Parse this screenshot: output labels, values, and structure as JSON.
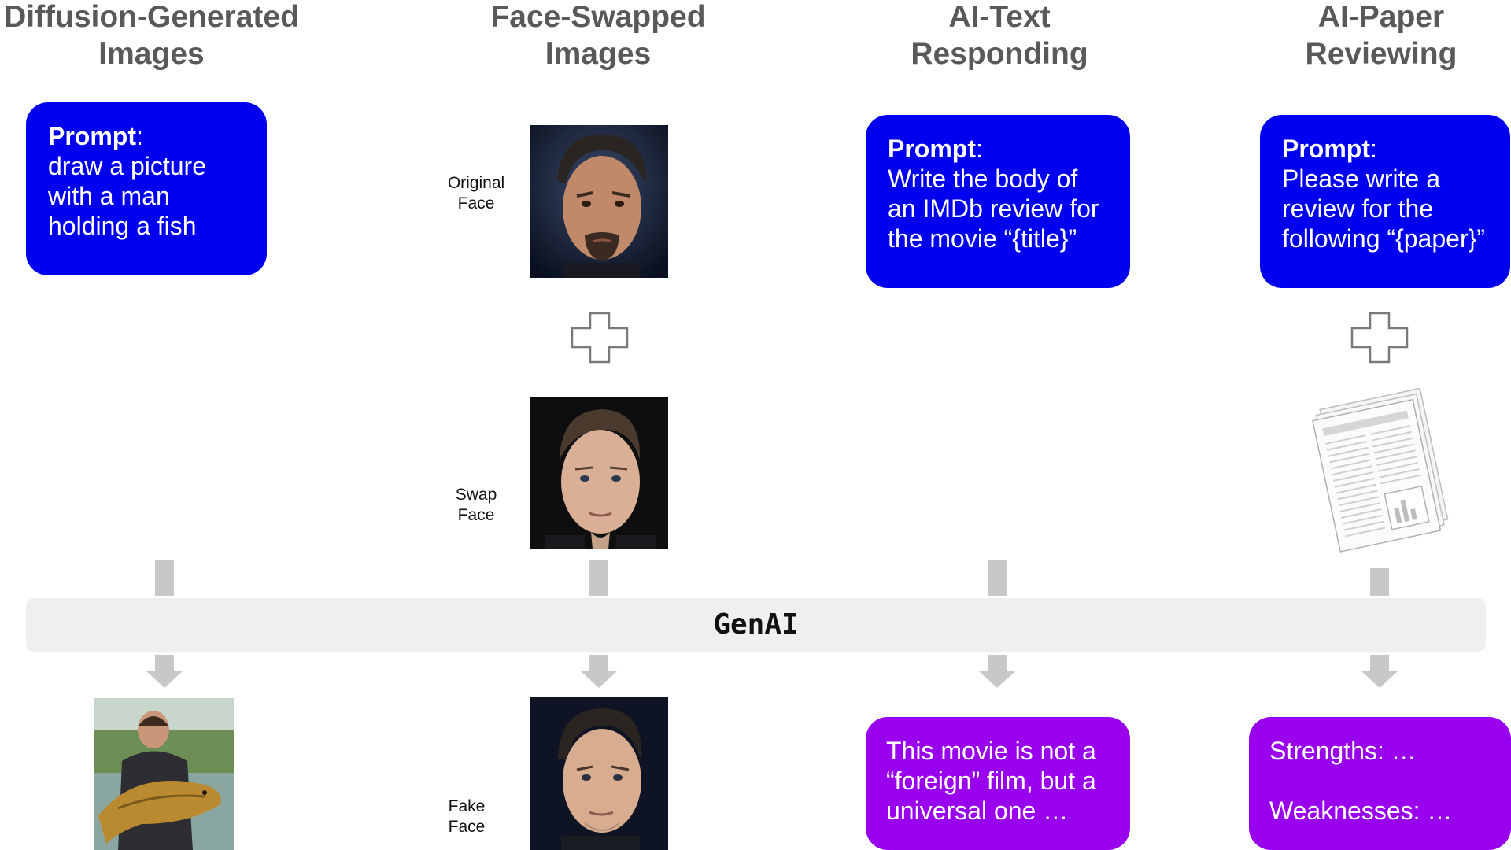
{
  "columns": {
    "diffusion": {
      "title": "Diffusion-Generated\nImages"
    },
    "faceswap": {
      "title": "Face-Swapped\nImages"
    },
    "aitext": {
      "title": "AI-Text\nResponding"
    },
    "aipaper": {
      "title": "AI-Paper\nReviewing"
    }
  },
  "prompts": {
    "label": "Prompt",
    "colon": ":",
    "diffusion": "draw a picture\nwith a man\nholding a fish",
    "aitext": "Write the body of\nan IMDb review for\nthe movie “{title}”",
    "aipaper": "Please write a\nreview for the\nfollowing “{paper}”"
  },
  "faceswap_labels": {
    "original": "Original\nFace",
    "swap": "Swap\nFace",
    "fake": "Fake\nFace"
  },
  "genai_label": "GenAI",
  "outputs": {
    "aitext": "This movie is not a\n“foreign” film, but a\nuniversal one …",
    "aipaper": "Strengths: …\n\nWeaknesses: …"
  },
  "colors": {
    "prompt_box": "#0000ee",
    "output_box": "#9900ee",
    "arrow": "#c8c8c8",
    "bar": "#efefef",
    "title": "#595959"
  },
  "icons": [
    "plus-icon",
    "document-stack-icon",
    "down-arrow-icon"
  ]
}
